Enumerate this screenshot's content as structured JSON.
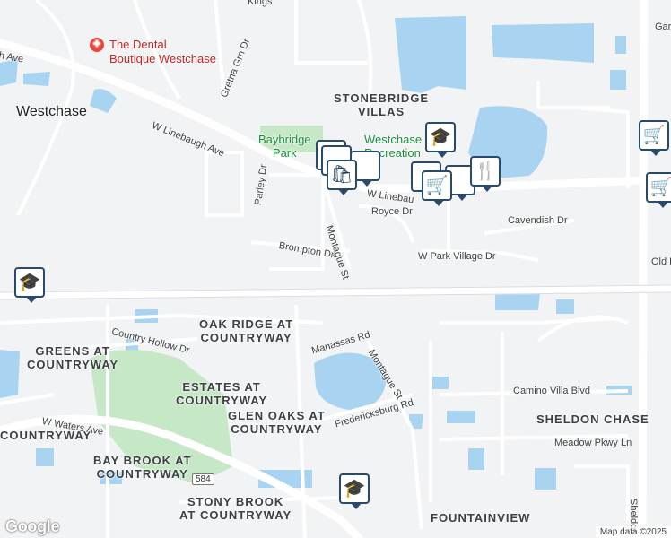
{
  "map": {
    "colors": {
      "water": "#a8d4f2",
      "park": "#c6e8c6",
      "road": "#ffffff",
      "land": "#f2f3f4",
      "marker_border": "#2a4a6b"
    },
    "places": {
      "stonebridge": "STONEBRIDGE\nVILLAS",
      "oak_ridge": "OAK RIDGE AT\nCOUNTRYWAY",
      "greens": "GREENS AT\nCOUNTRYWAY",
      "estates": "ESTATES AT\nCOUNTRYWAY",
      "glen_oaks": "GLEN OAKS AT\nCOUNTRYWAY",
      "bay_brook": "BAY BROOK AT\nCOUNTRYWAY",
      "stony_brook": "STONY BROOK\nAT COUNTRYWAY",
      "sheldon_chase": "SHELDON CHASE",
      "fountainview": "FOUNTAINVIEW",
      "countryway_left": "COUNTRYWAY"
    },
    "town": "Westchase",
    "pois": {
      "dental": "The Dental\nBoutique Westchase",
      "baybridge_park": "Baybridge\nPark",
      "westchase_rec": "Westchase\nRecreation"
    },
    "streets": {
      "linebaugh_w": "W Linebaugh Ave",
      "linebaugh_e": "W Linebau",
      "royce": "Royce Dr",
      "cavendish": "Cavendish Dr",
      "park_village": "W Park Village Dr",
      "old_b": "Old B",
      "brompton": "Brompton Dr",
      "montague_n": "Montague St",
      "montague_s": "Montague St",
      "parley": "Parley Dr",
      "gretna": "Gretna Grn Dr",
      "kings": "Kings",
      "manassas": "Manassas Rd",
      "fredericksburg": "Fredericksburg Rd",
      "country_hollow": "Country Hollow Dr",
      "waters": "W Waters Ave",
      "camino": "Camino Villa Blvd",
      "meadow": "Meadow Pkwy Ln",
      "sheldon_rd": "Sheldon Rd",
      "gar": "Gar",
      "ave_left": "h Ave",
      "cr584": "584"
    },
    "markers": [
      {
        "name": "school-marker-west",
        "icon": "school-icon",
        "glyph": "🎓"
      },
      {
        "name": "school-marker-rec",
        "icon": "school-icon",
        "glyph": "🎓"
      },
      {
        "name": "school-marker-south",
        "icon": "school-icon",
        "glyph": "🎓"
      },
      {
        "name": "shopping-bag-marker",
        "icon": "shopping-bag-icon",
        "glyph": "🛍"
      },
      {
        "name": "grocery-marker-center",
        "icon": "shopping-cart-icon",
        "glyph": "🛒"
      },
      {
        "name": "restaurant-marker",
        "icon": "restaurant-icon",
        "glyph": "🍴"
      },
      {
        "name": "grocery-marker-east-1",
        "icon": "shopping-cart-icon",
        "glyph": "🛒"
      },
      {
        "name": "grocery-marker-east-2",
        "icon": "shopping-cart-icon",
        "glyph": "🛒"
      }
    ],
    "attribution": "Map data ©2025",
    "logo": "Google"
  }
}
